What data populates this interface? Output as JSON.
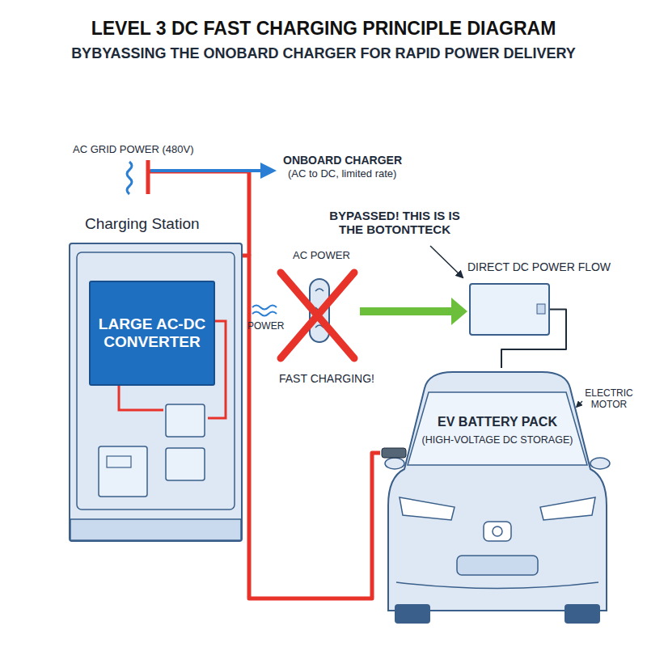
{
  "diagram": {
    "title": "LEVEL 3 DC FAST CHARGING PRINCIPLE DIAGRAM",
    "nodes": [
      {
        "text": [
          "Charging Station"
        ]
      },
      {
        "text": [
          "LARGE AC-DC CONVERTER"
        ],
        "in": 0
      },
      {
        "text": [
          "EV BATTERY PACK",
          "(HIGH-VOLTAGE DC STORAGE)"
        ]
      },
      {
        "text": [
          "DIRECT DC POWER FLOW"
        ]
      }
    ],
    "edges": [
      {
        "from": 0,
        "to": 2,
        "arrow": "none"
      },
      {
        "from": 3,
        "to": 2,
        "arrow": "none"
      }
    ],
    "labels": [
      "BYBYASSING THE ONOBARD CHARGER FOR RAPID POWER DELIVERY",
      "AC GRID POWER (480V)",
      "ONBOARD CHARGER",
      "(AC to DC, limited rate)",
      "BYPASSED! THIS IS IS THE BOTONTTECK",
      "AC POWER",
      "POWER",
      "FAST CHARGING!",
      "ELECTRIC MOTOR"
    ]
  }
}
